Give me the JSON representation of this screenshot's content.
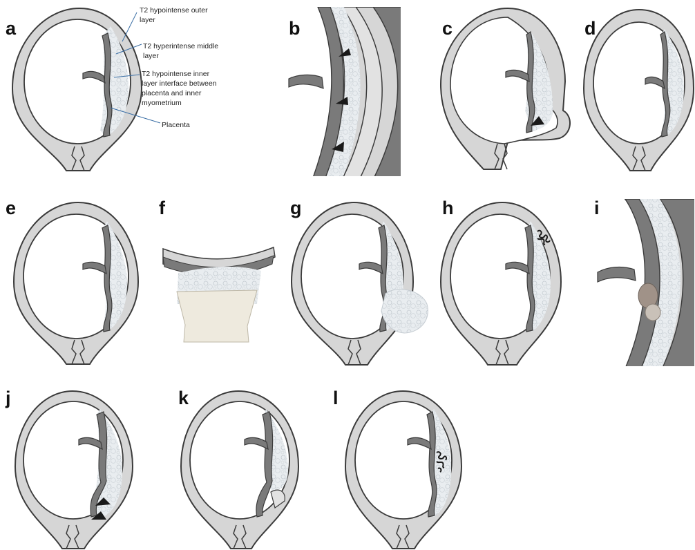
{
  "figure": {
    "colors": {
      "wall_outer": "#d6d6d6",
      "wall_stroke": "#3b3b3b",
      "inner_layer": "#7a7a7a",
      "placenta": "#e8edf0",
      "dark_wedge": "#1a1a1a",
      "cervix_fill": "#eeeade",
      "mass": "#a09288",
      "annotation_line": "#3a6ea5"
    },
    "panels": [
      {
        "label": "a"
      },
      {
        "label": "b"
      },
      {
        "label": "c"
      },
      {
        "label": "d"
      },
      {
        "label": "e"
      },
      {
        "label": "f"
      },
      {
        "label": "g"
      },
      {
        "label": "h"
      },
      {
        "label": "i"
      },
      {
        "label": "j"
      },
      {
        "label": "k"
      },
      {
        "label": "l"
      }
    ],
    "annotations": [
      {
        "lines": [
          "T2 hypointense outer",
          "layer"
        ]
      },
      {
        "lines": [
          "T2 hyperintense middle",
          "layer"
        ]
      },
      {
        "lines": [
          "T2 hypointense inner",
          "layer interface between",
          "placenta and inner",
          "myometrium"
        ]
      },
      {
        "lines": [
          "Placenta"
        ]
      }
    ]
  }
}
